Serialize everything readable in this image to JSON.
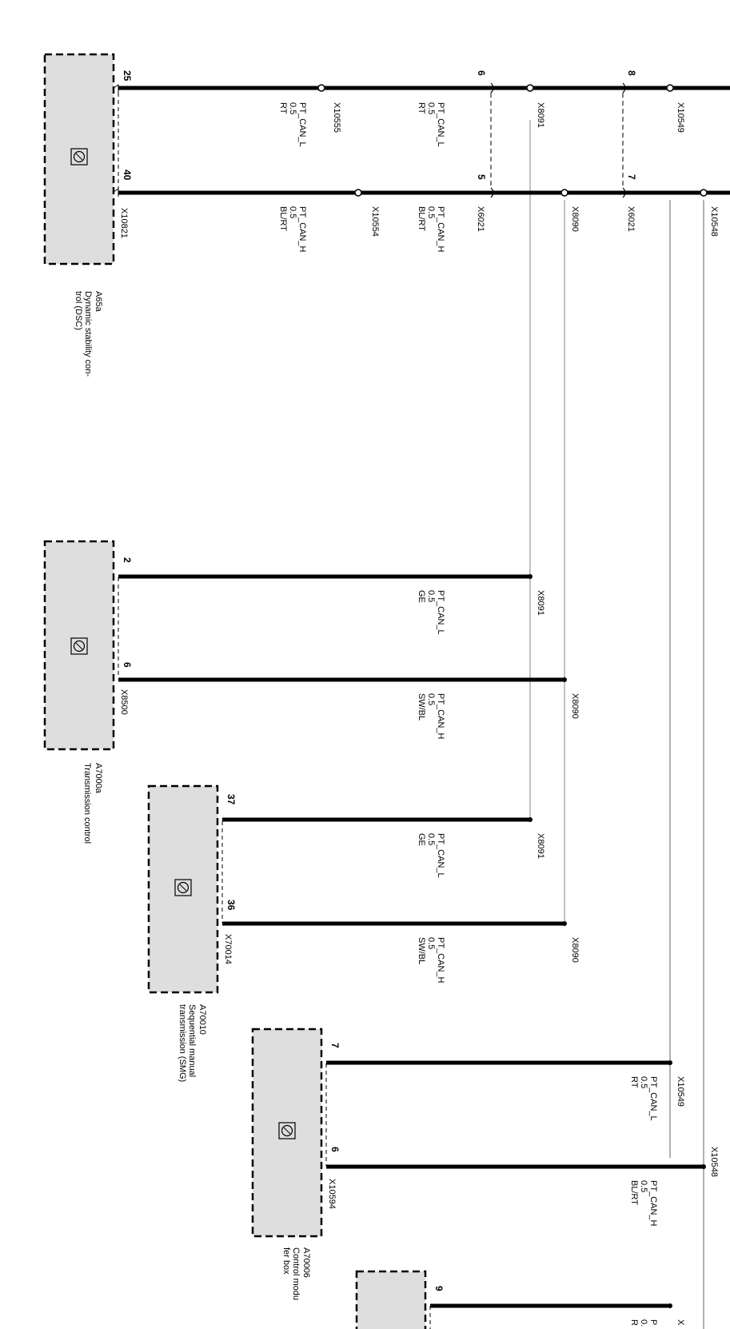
{
  "colors": {
    "module_fill": "#dedede",
    "wire": "#000000",
    "shield": "#999999",
    "background": "#ffffff"
  },
  "modules": [
    {
      "id": "A65a",
      "name": "Dynamic stability con-\ntrol (DSC)",
      "name_lines": [
        "Dynamic stability con-",
        "trol (DSC)"
      ],
      "connector": "X10821",
      "pins": [
        "25",
        "40"
      ],
      "icon": "transistor-bus-icon"
    },
    {
      "id": "A7000a",
      "name_lines": [
        "Transmission control"
      ],
      "connector": "X8500",
      "pins": [
        "2",
        "6"
      ],
      "icon": "transistor-bus-icon"
    },
    {
      "id": "A70010",
      "name_lines": [
        "Sequential manual",
        "transmission (SMG)"
      ],
      "connector": "X70014",
      "pins": [
        "37",
        "36"
      ],
      "icon": "transistor-bus-icon"
    },
    {
      "id": "A70006",
      "name_lines": [
        "Control modu",
        "fer box"
      ],
      "connector": "X10594",
      "pins": [
        "7",
        "6"
      ],
      "icon": "transistor-bus-icon"
    },
    {
      "id": "",
      "name_lines": [],
      "connector": "",
      "pins": [
        "9"
      ],
      "icon": ""
    }
  ],
  "wires": {
    "can_l": "PT_CAN_L",
    "can_h": "PT_CAN_H",
    "gauge": "0.5",
    "colors": {
      "rt": "RT",
      "blrt": "BL/RT",
      "ge": "GE",
      "swbl": "SW/BL"
    }
  },
  "connectors": {
    "x10555": "X10555",
    "x10554": "X10554",
    "x6021": "X6021",
    "x8091": "X8091",
    "x8090": "X8090",
    "x10549": "X10549",
    "x10548": "X10548",
    "x_partial": "X"
  },
  "splice_pins": {
    "p6": "6",
    "p5": "5",
    "p8": "8",
    "p7": "7"
  },
  "partial_text": {
    "p_label": "P",
    "gauge_partial": "0.",
    "color_partial": "R"
  }
}
